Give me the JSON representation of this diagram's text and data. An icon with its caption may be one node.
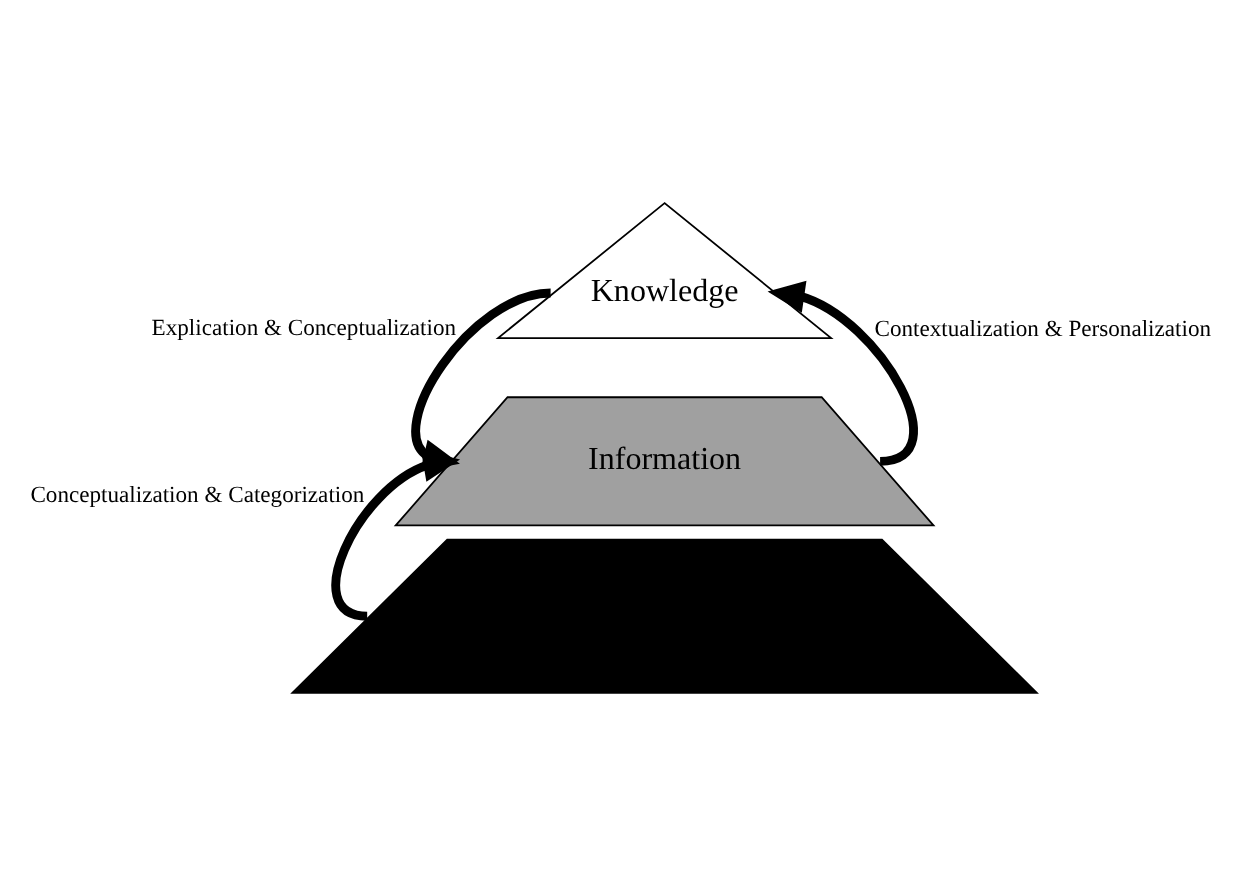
{
  "diagram": {
    "nodes": [
      {
        "text": [
          "Knowledge"
        ]
      },
      {
        "text": [
          "Information"
        ]
      },
      {
        "text": [],
        "shape": "bar"
      }
    ],
    "edges": [
      {
        "from": 0,
        "to": 1,
        "arrow": "to",
        "label": "Explication & Conceptualization"
      },
      {
        "from": 1,
        "to": 0,
        "arrow": "to",
        "label": "Contextualization & Personalization"
      },
      {
        "from": 2,
        "to": 1,
        "arrow": "to",
        "label": "Conceptualization & Categorization"
      }
    ]
  }
}
